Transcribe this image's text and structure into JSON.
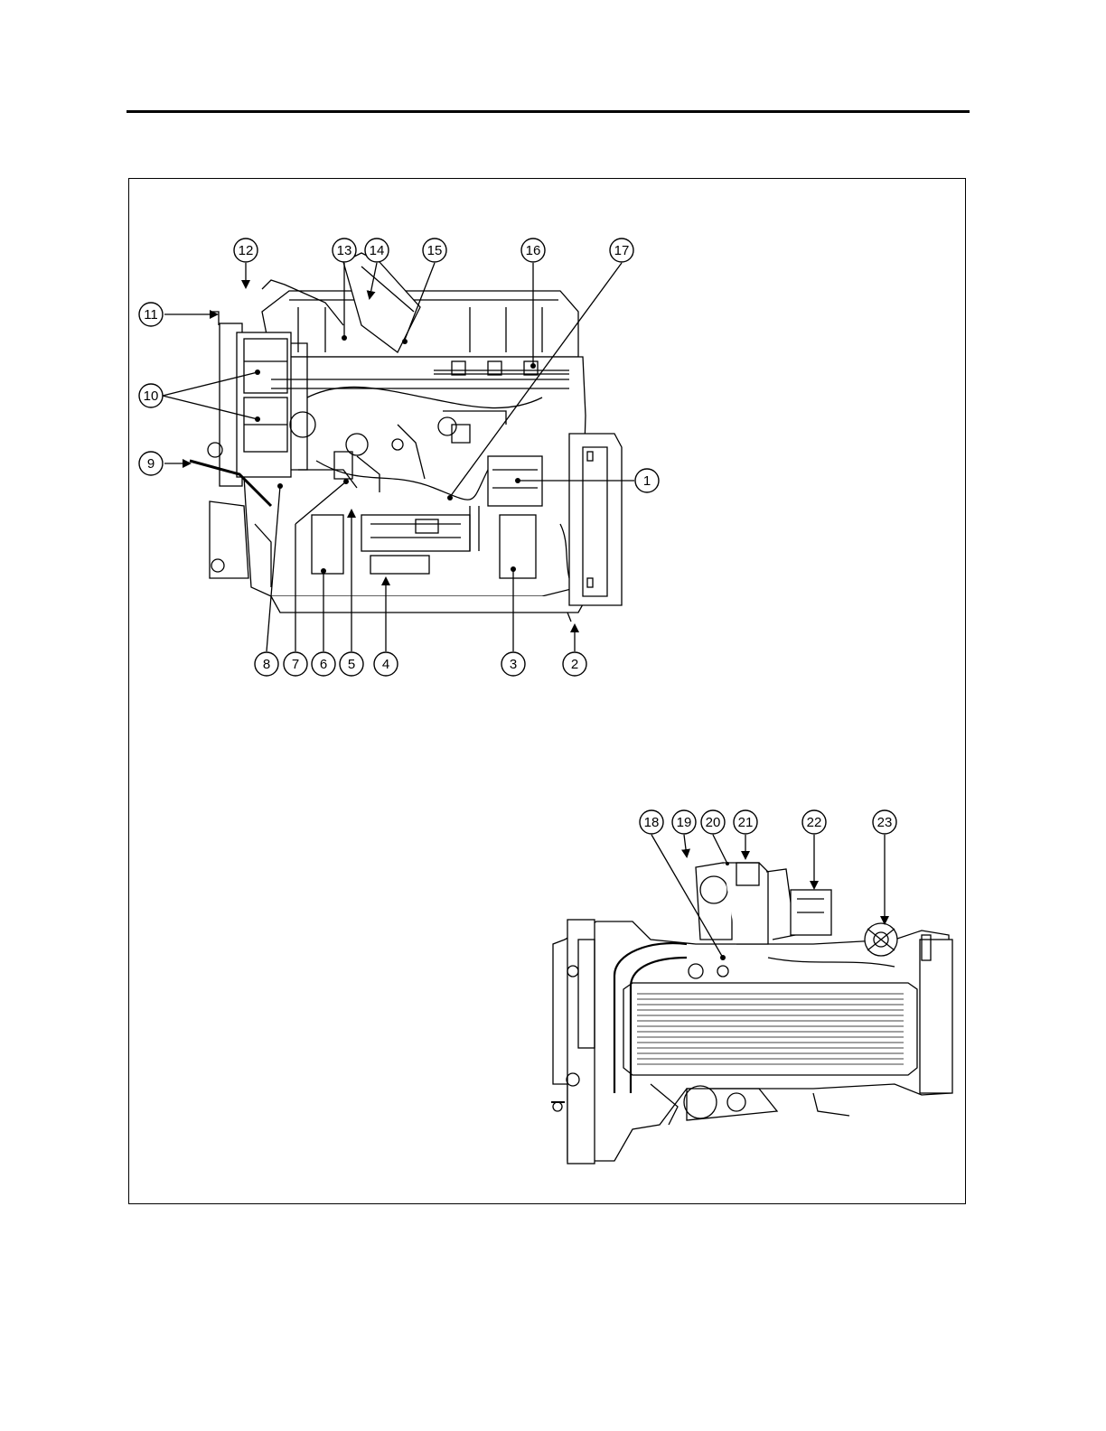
{
  "callouts": {
    "c1": "1",
    "c2": "2",
    "c3": "3",
    "c4": "4",
    "c5": "5",
    "c6": "6",
    "c7": "7",
    "c8": "8",
    "c9": "9",
    "c10": "10",
    "c11": "11",
    "c12": "12",
    "c13": "13",
    "c14": "14",
    "c15": "15",
    "c16": "16",
    "c17": "17",
    "c18": "18",
    "c19": "19",
    "c20": "20",
    "c21": "21",
    "c22": "22",
    "c23": "23"
  },
  "colors": {
    "line": "#000000",
    "shade": "#e8e8e8",
    "paper": "#ffffff"
  }
}
